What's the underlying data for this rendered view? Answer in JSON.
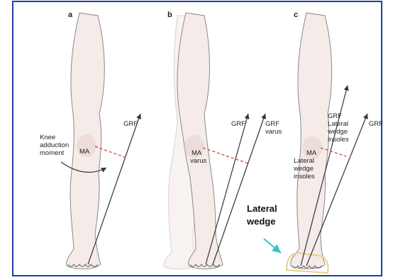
{
  "colors": {
    "border": "#1f3fa6",
    "skin": "#f5ebe8",
    "skin_shadow": "#e6d4d0",
    "outline": "#8a8a8a",
    "force_line": "#333333",
    "moment_arm": "#d23a2a",
    "wedge_arrow": "#39c3c0",
    "insole": "#e8cf8a"
  },
  "panels": {
    "a": {
      "letter": "a",
      "grf": "GRF",
      "ma": "MA",
      "moment_lines": [
        "Knee",
        "adduction",
        "moment"
      ]
    },
    "b": {
      "letter": "b",
      "grf": "GRF",
      "grf_varus": "GRF",
      "varus": "varus",
      "ma": "MA",
      "ma_varus": "varus"
    },
    "c": {
      "letter": "c",
      "grf": "GRF",
      "grf_insole_lines": [
        "GRF",
        "Lateral",
        "wedge",
        "insoles"
      ],
      "ma_lines": [
        "MA",
        "Lateral",
        "wedge",
        "insoles"
      ],
      "lateral_wedge_lines": [
        "Lateral",
        "wedge"
      ]
    }
  }
}
